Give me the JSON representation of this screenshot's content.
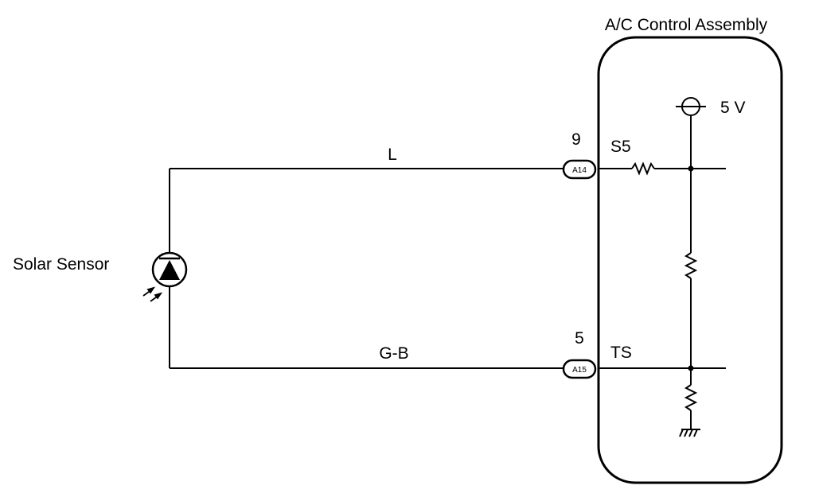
{
  "assembly_label": "A/C Control Assembly",
  "sensor_label": "Solar Sensor",
  "supply_label": "5 V",
  "wires": {
    "top_color": "L",
    "bottom_color": "G-B"
  },
  "connectors": {
    "top": {
      "pin": "9",
      "id": "A14",
      "terminal": "S5"
    },
    "bottom": {
      "pin": "5",
      "id": "A15",
      "terminal": "TS"
    }
  }
}
